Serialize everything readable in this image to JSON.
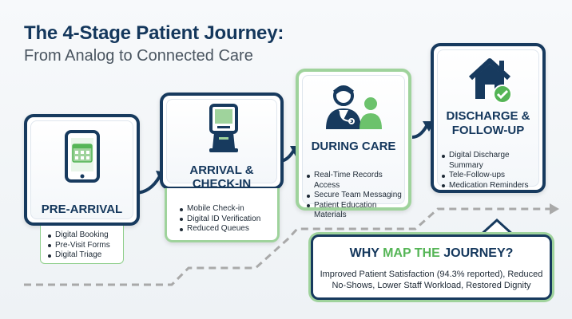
{
  "title": {
    "main": "The 4-Stage Patient Journey:",
    "sub": "From Analog to Connected Care"
  },
  "stages": [
    {
      "title": "PRE-ARRIVAL",
      "icon": "smartphone-calendar-icon",
      "items": [
        "Digital Booking",
        "Pre-Visit Forms",
        "Digital Triage"
      ]
    },
    {
      "title_line1": "ARRIVAL &",
      "title_line2": "CHECK-IN",
      "icon": "check-in-kiosk-icon",
      "items": [
        "Mobile Check-in",
        "Digital ID Verification",
        "Reduced Queues"
      ]
    },
    {
      "title": "DURING CARE",
      "icon": "doctor-patient-icon",
      "items": [
        "Real-Time Records Access",
        "Secure Team Messaging",
        "Patient Education Materials"
      ]
    },
    {
      "title_line1": "DISCHARGE &",
      "title_line2": "FOLLOW-UP",
      "icon": "house-checkmark-icon",
      "items": [
        "Digital Discharge Summary",
        "Tele-Follow-ups",
        "Medication Reminders"
      ]
    }
  ],
  "why": {
    "title_prefix": "WHY ",
    "title_highlight": "MAP THE",
    "title_suffix": " JOURNEY?",
    "body": "Improved Patient Satisfaction (94.3% reported), Reduced No-Shows, Lower Staff Workload, Restored Dignity"
  },
  "colors": {
    "navy": "#173a5e",
    "green": "#9fd39c",
    "accent_green": "#55b556",
    "arrow_gray": "#a9a9a9"
  }
}
